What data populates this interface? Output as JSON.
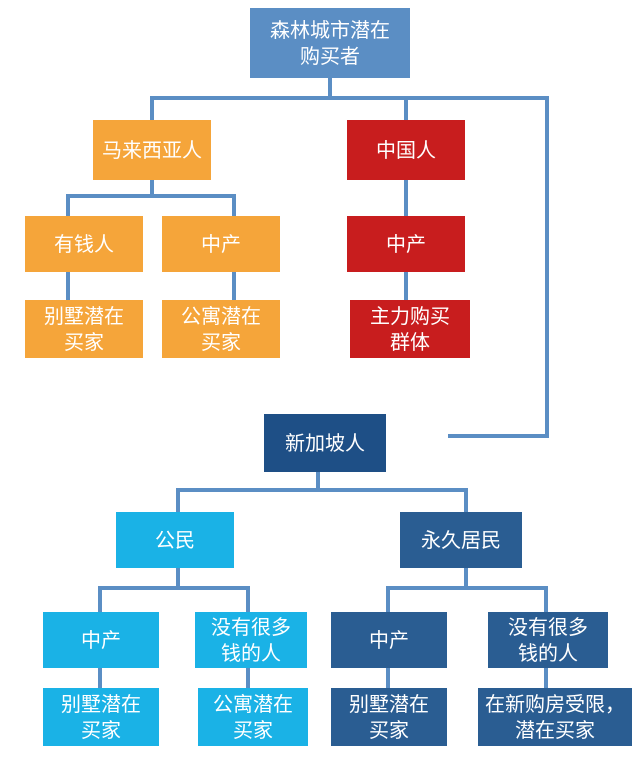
{
  "colors": {
    "root": "#5b8ec4",
    "malaysian": "#f5a53a",
    "chinese": "#c81d1e",
    "singaporean": "#1e4f86",
    "citizen": "#1ab2e6",
    "pr": "#2a5d92",
    "connector": "#5b8ec4"
  },
  "nodes": {
    "root": "森林城市潜在\n购买者",
    "malaysian": "马来西亚人",
    "my_rich": "有钱人",
    "my_middle": "中产",
    "my_rich_note": "别墅潜在\n买家",
    "my_middle_note": "公寓潜在\n买家",
    "chinese": "中国人",
    "cn_middle": "中产",
    "cn_note": "主力购买\n群体",
    "singaporean": "新加坡人",
    "citizen": "公民",
    "pr": "永久居民",
    "cit_middle": "中产",
    "cit_notrich": "没有很多\n钱的人",
    "cit_middle_note": "别墅潜在\n买家",
    "cit_notrich_note": "公寓潜在\n买家",
    "pr_middle": "中产",
    "pr_notrich": "没有很多\n钱的人",
    "pr_middle_note": "别墅潜在\n买家",
    "pr_notrich_note": "在新购房受限，\n潜在买家"
  }
}
